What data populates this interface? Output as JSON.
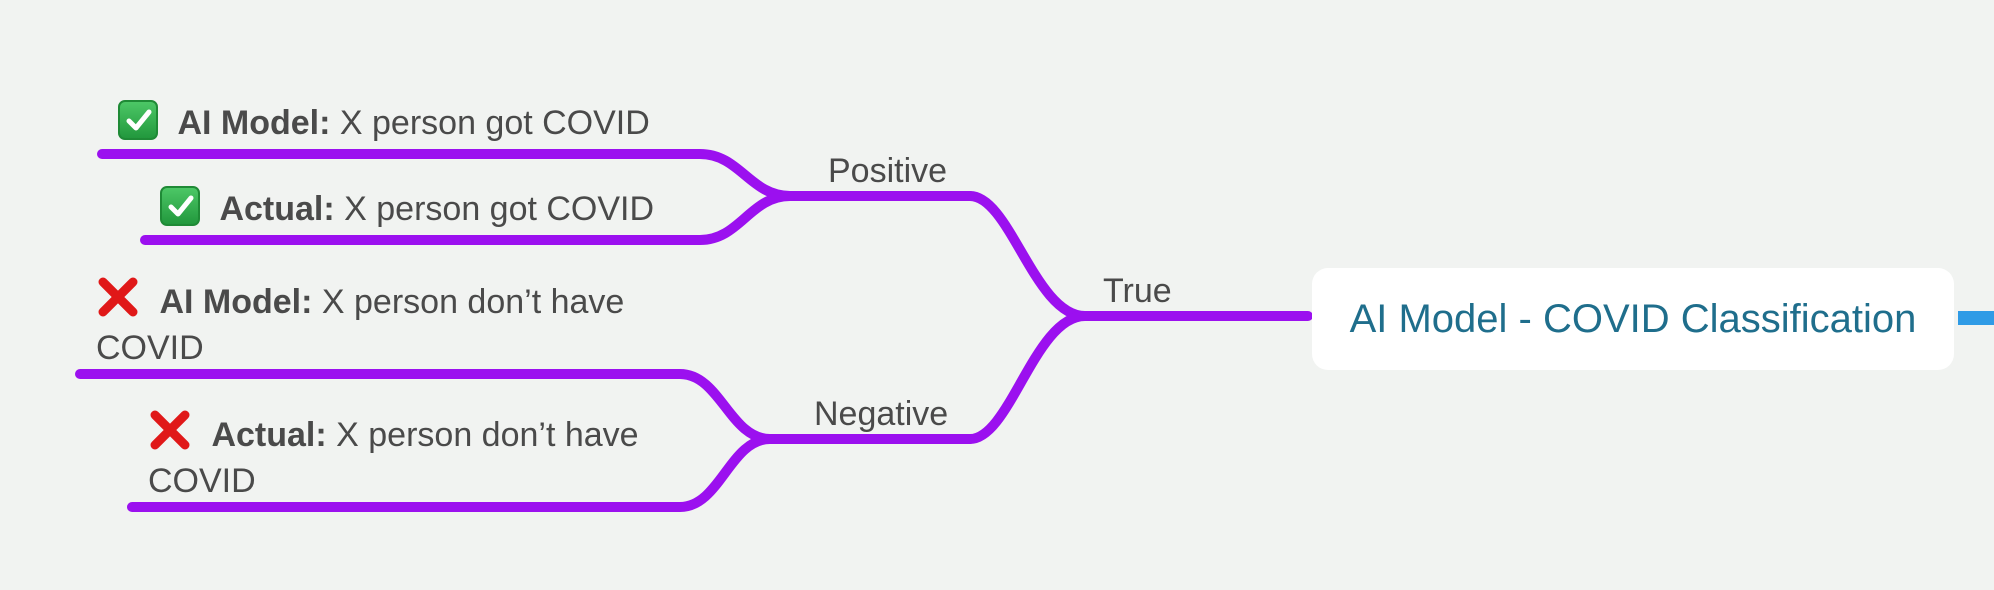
{
  "root": {
    "title": "AI Model - COVID Classification"
  },
  "branches": {
    "true": "True",
    "positive": "Positive",
    "negative": "Negative"
  },
  "leaves": {
    "pos_model": {
      "bold": "AI Model:",
      "text": "X person got COVID",
      "icon": "check-mark-icon"
    },
    "pos_actual": {
      "bold": "Actual:",
      "text": "X person got COVID",
      "icon": "check-mark-icon"
    },
    "neg_model": {
      "bold": "AI Model:",
      "text": "X person don’t have COVID",
      "icon": "cross-mark-icon"
    },
    "neg_actual": {
      "bold": "Actual:",
      "text": "X person don’t have COVID",
      "icon": "cross-mark-icon"
    }
  },
  "colors": {
    "branch_line": "#9b10ef",
    "root_text": "#1f6e8c",
    "root_connector": "#2f9be6",
    "check_green": "#2fa84a",
    "cross_red": "#e01818",
    "background": "#f1f3f1"
  }
}
